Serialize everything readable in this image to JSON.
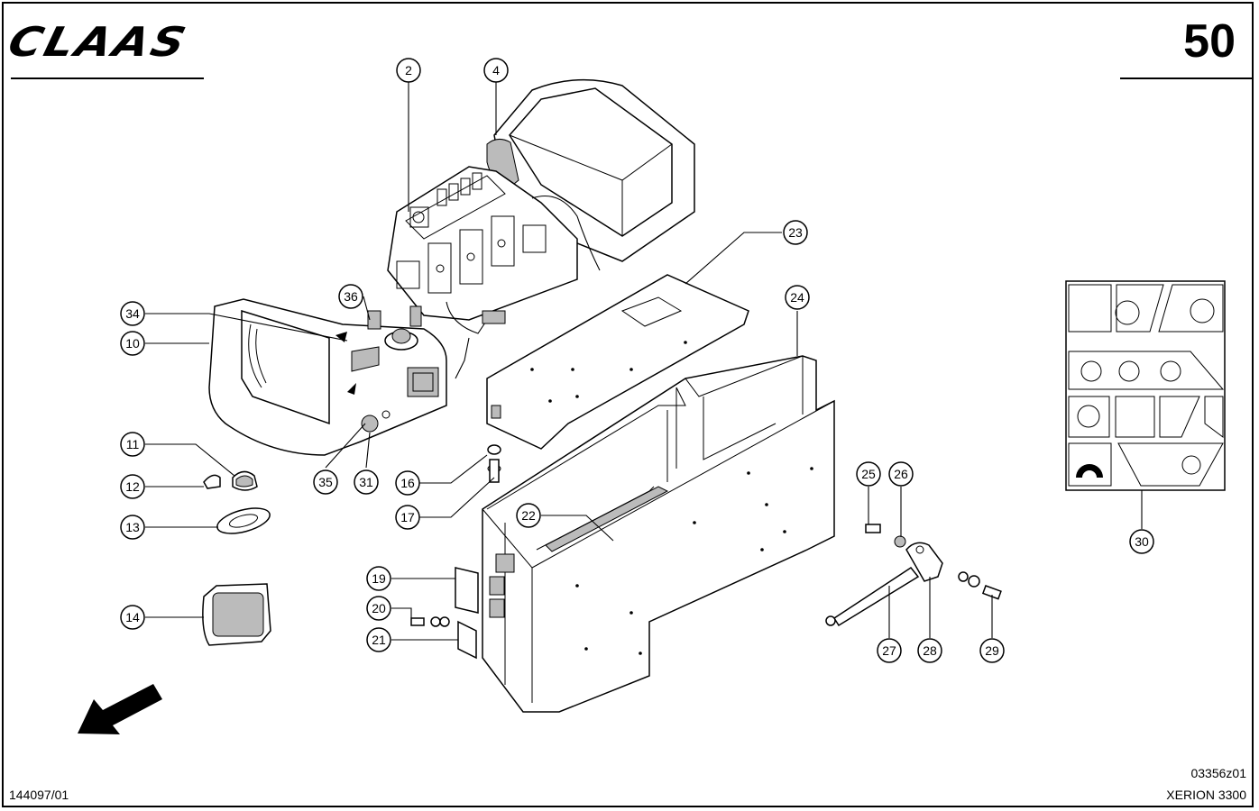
{
  "header": {
    "brand": "CLAAS",
    "page_number": "50"
  },
  "footer": {
    "document_number": "144097/01",
    "drawing_number": "03356z01",
    "model": "XERION 3300"
  },
  "callouts": {
    "c2": "2",
    "c4": "4",
    "c10": "10",
    "c11": "11",
    "c12": "12",
    "c13": "13",
    "c14": "14",
    "c16": "16",
    "c17": "17",
    "c19": "19",
    "c20": "20",
    "c21": "21",
    "c22": "22",
    "c23": "23",
    "c24": "24",
    "c25": "25",
    "c26": "26",
    "c27": "27",
    "c28": "28",
    "c29": "29",
    "c30": "30",
    "c31": "31",
    "c34": "34",
    "c35": "35",
    "c36": "36"
  },
  "icons": {
    "direction_arrow": "arrow-down-left-icon"
  }
}
